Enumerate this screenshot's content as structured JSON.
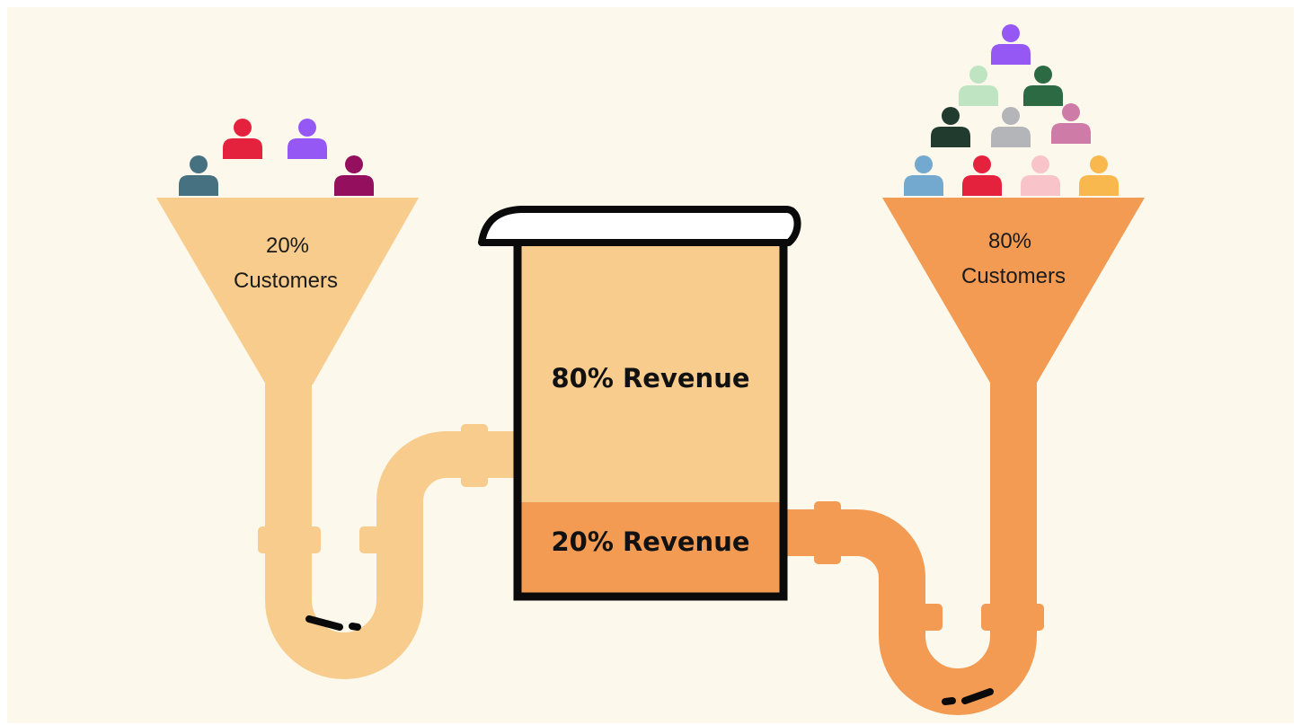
{
  "colors": {
    "background": "#fcf8ec",
    "light_orange": "#f8cc8c",
    "dark_orange": "#f39b52",
    "outline": "#0a0a0a",
    "paper": "#ffffff"
  },
  "left_funnel": {
    "line1": "20%",
    "line2": "Customers",
    "people_colors": [
      "#467181",
      "#e5223d",
      "#9658f5",
      "#950f5f"
    ]
  },
  "right_funnel": {
    "line1": "80%",
    "line2": "Customers",
    "people_colors": [
      "#9658f5",
      "#bee4c1",
      "#2b6a42",
      "#213b2f",
      "#b3b5b8",
      "#cf7ba7",
      "#74a9cf",
      "#e5223d",
      "#f9c3ca",
      "#f9b84d"
    ]
  },
  "container": {
    "top_label": "80% Revenue",
    "bottom_label": "20% Revenue"
  }
}
